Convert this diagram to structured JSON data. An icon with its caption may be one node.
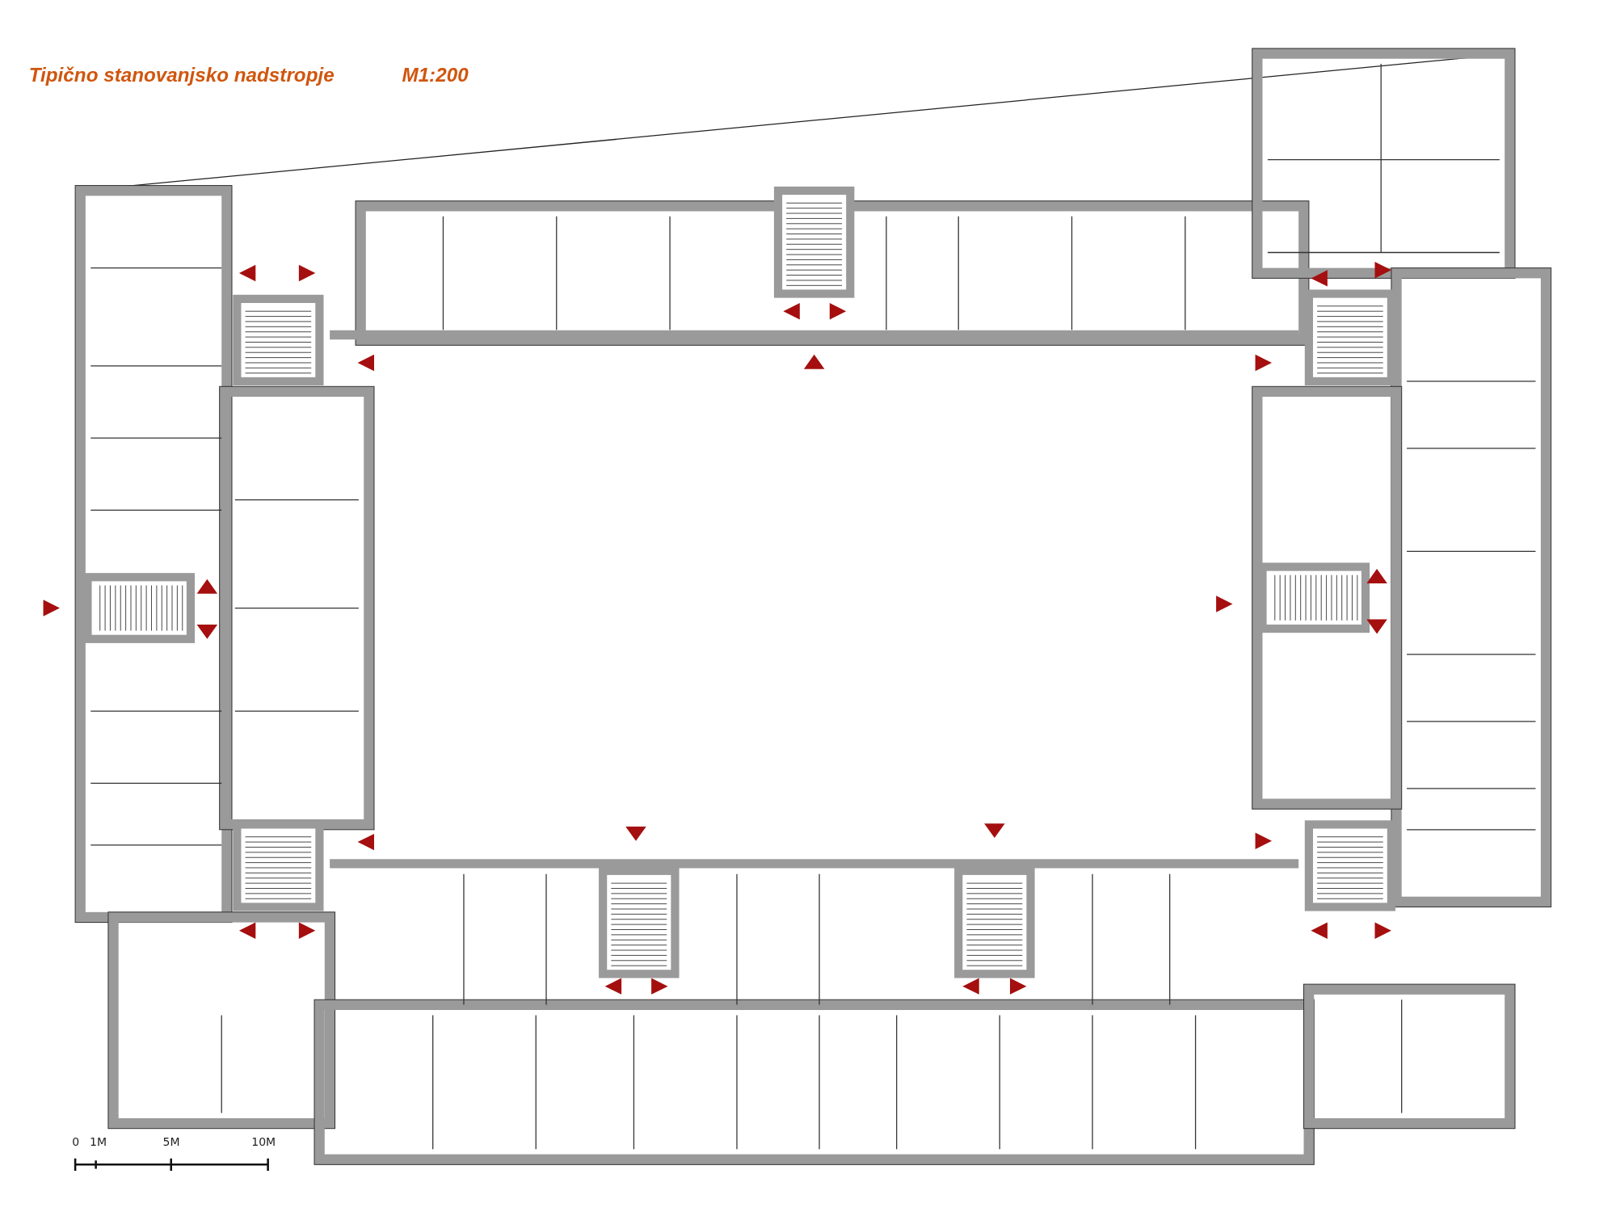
{
  "diagram": {
    "title": "Tipično stanovanjsko nadstropje",
    "labels": [
      "M1:200",
      "0",
      "1M",
      "5M",
      "10M"
    ]
  }
}
